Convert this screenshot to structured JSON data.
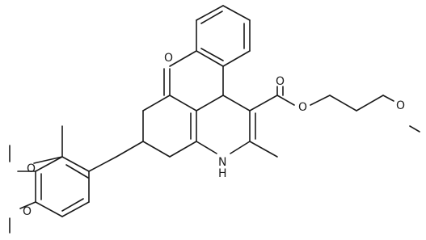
{
  "atom_labels": {
    "ketone_oxygen": "O",
    "ester_carbonyl_oxygen": "O",
    "ester_ether_oxygen": "O",
    "methoxyethyl_oxygen": "O",
    "methoxy_oxygen_3": "O",
    "methoxy_oxygen_4": "O",
    "ring_nitrogen": "H\nN"
  }
}
